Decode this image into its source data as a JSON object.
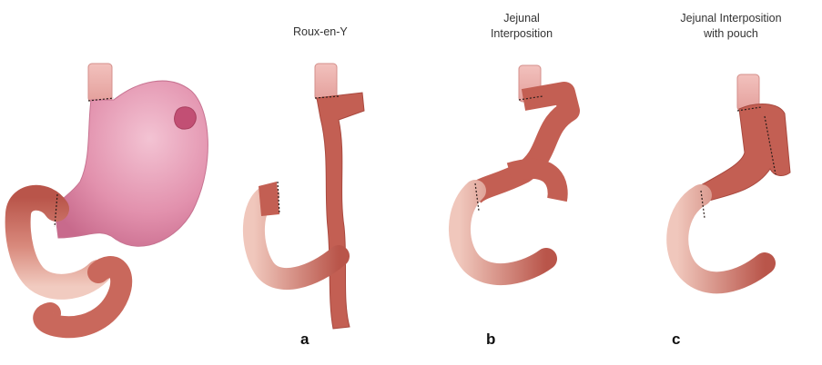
{
  "figure": {
    "captions": {
      "a": "Roux-en-Y",
      "b_line1": "Jejunal",
      "b_line2": "Interposition",
      "c_line1": "Jejunal Interposition",
      "c_line2": "with pouch"
    },
    "panel_labels": {
      "a": "a",
      "b": "b",
      "c": "c"
    },
    "colors": {
      "stomach": "#d9799a",
      "stomach_light": "#eeb3c7",
      "tumor": "#c24f74",
      "esophagus": "#e9a9a6",
      "bowel": "#c9685c",
      "bowel_light": "#efc2b6",
      "bowel_dark": "#9b3f33",
      "staple_line": "#2b1d1a"
    }
  }
}
